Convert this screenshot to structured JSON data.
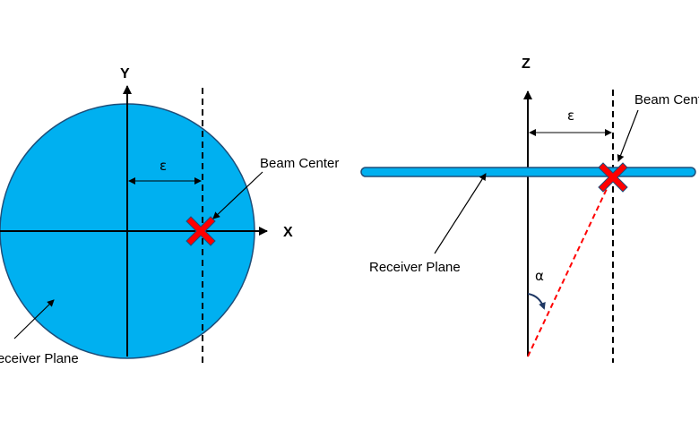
{
  "colors": {
    "receiver_fill": "#00b0f0",
    "receiver_stroke": "#1f4e79",
    "beam_marker": "#ff0000",
    "ray": "#ff0000",
    "angle_arc": "#1f3864",
    "ink": "#000000"
  },
  "left_view": {
    "x_axis_label": "X",
    "y_axis_label": "Y",
    "epsilon_label": "ε",
    "beam_center_label": "Beam Center",
    "receiver_plane_label": "Receiver Plane"
  },
  "right_view": {
    "z_axis_label": "Z",
    "epsilon_label": "ε",
    "beam_center_label": "Beam Center",
    "receiver_plane_label": "Receiver Plane",
    "alpha_label": "α"
  }
}
